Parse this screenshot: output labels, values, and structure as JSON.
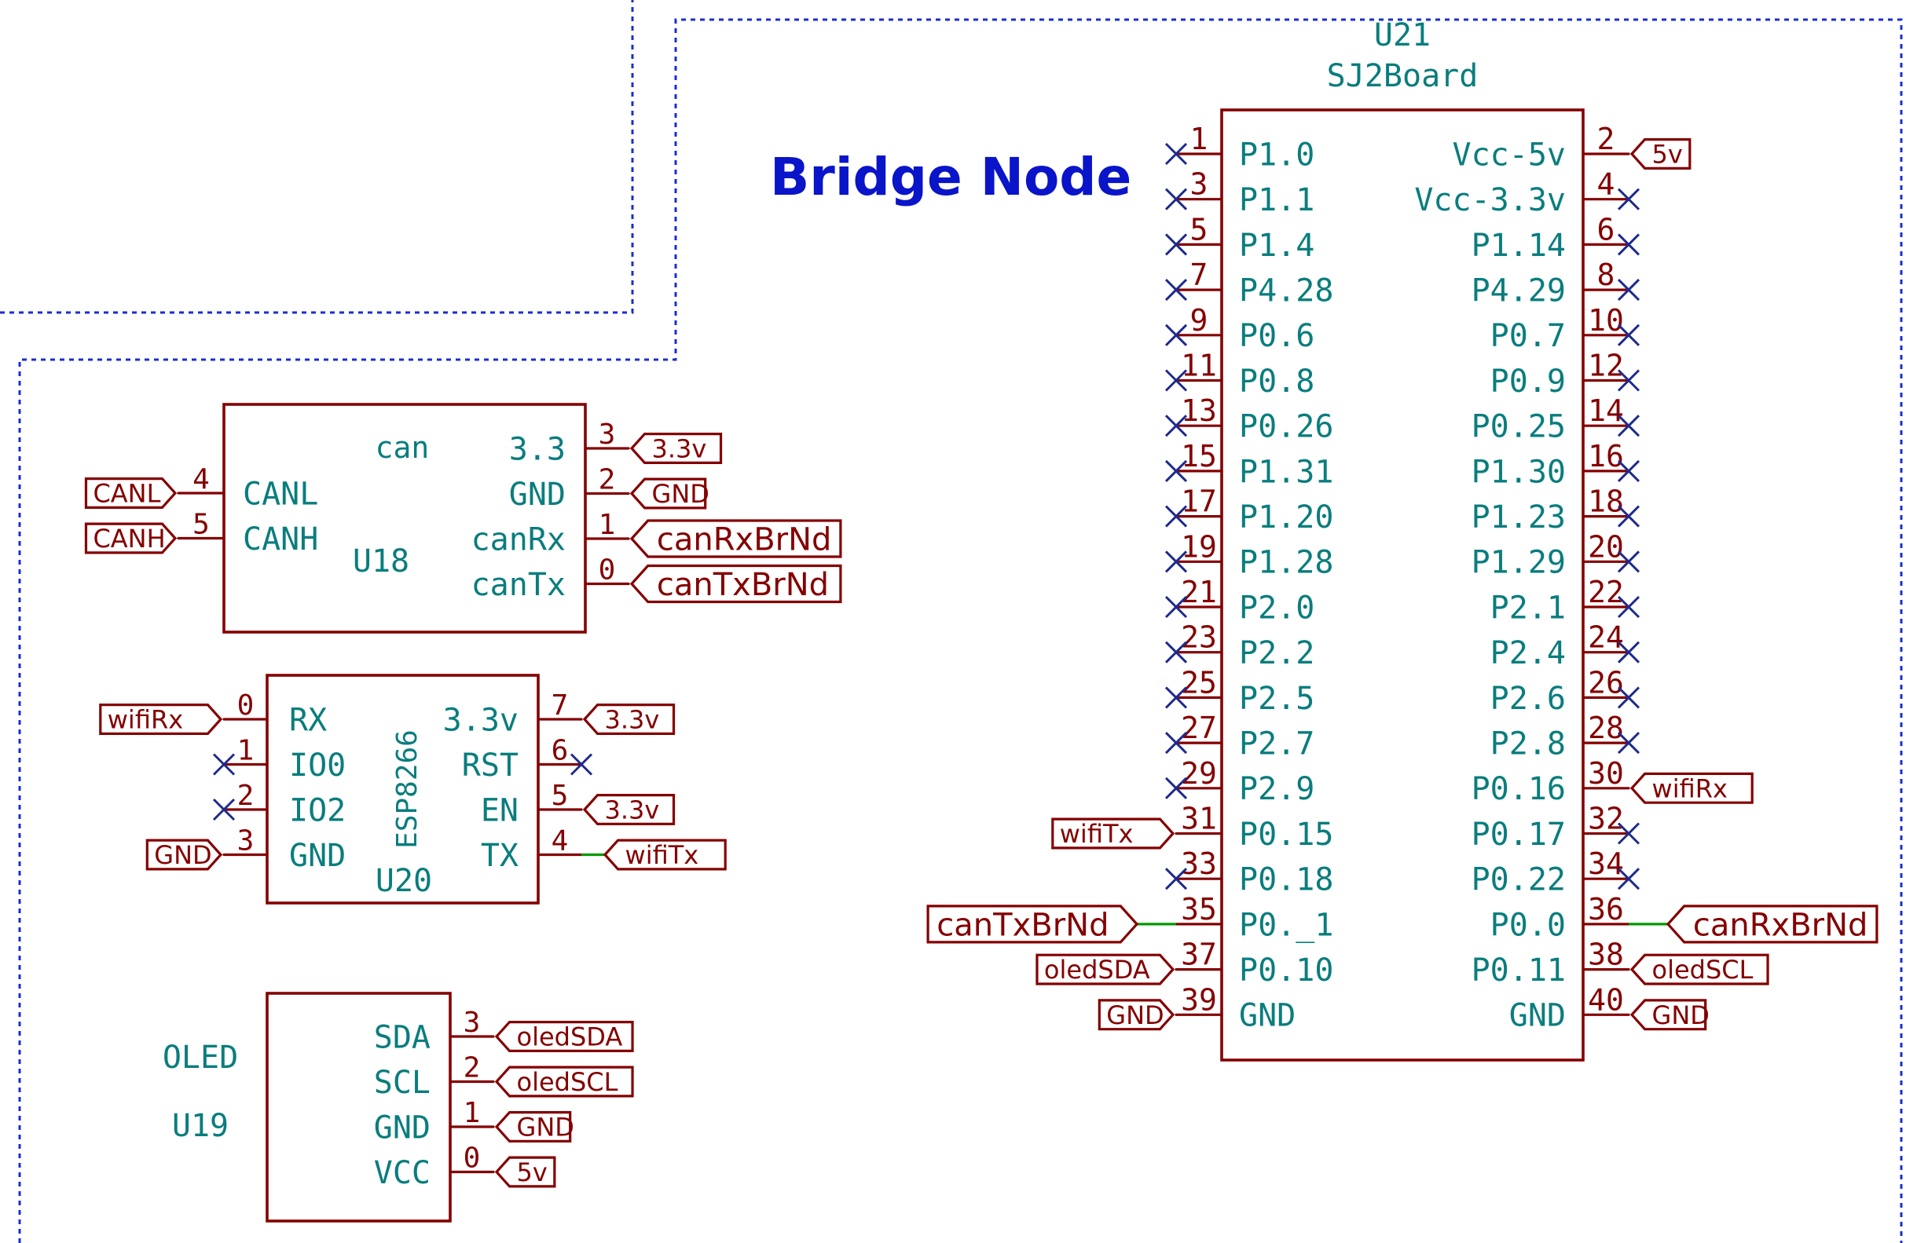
{
  "title": "Bridge Node",
  "colors": {
    "pin": "#840000",
    "pin_text": "#0a7d7d",
    "no_connect": "#1e2a8c",
    "wire": "#009900",
    "sheet": "#1a2ed0",
    "title": "#0a14c8"
  },
  "u21": {
    "ref": "U21",
    "value": "SJ2Board",
    "left_pins": [
      {
        "num": "1",
        "name": "P1.0",
        "nc": true,
        "label": ""
      },
      {
        "num": "3",
        "name": "P1.1",
        "nc": true,
        "label": ""
      },
      {
        "num": "5",
        "name": "P1.4",
        "nc": true,
        "label": ""
      },
      {
        "num": "7",
        "name": "P4.28",
        "nc": true,
        "label": ""
      },
      {
        "num": "9",
        "name": "P0.6",
        "nc": true,
        "label": ""
      },
      {
        "num": "11",
        "name": "P0.8",
        "nc": true,
        "label": ""
      },
      {
        "num": "13",
        "name": "P0.26",
        "nc": true,
        "label": ""
      },
      {
        "num": "15",
        "name": "P1.31",
        "nc": true,
        "label": ""
      },
      {
        "num": "17",
        "name": "P1.20",
        "nc": true,
        "label": ""
      },
      {
        "num": "19",
        "name": "P1.28",
        "nc": true,
        "label": ""
      },
      {
        "num": "21",
        "name": "P2.0",
        "nc": true,
        "label": ""
      },
      {
        "num": "23",
        "name": "P2.2",
        "nc": true,
        "label": ""
      },
      {
        "num": "25",
        "name": "P2.5",
        "nc": true,
        "label": ""
      },
      {
        "num": "27",
        "name": "P2.7",
        "nc": true,
        "label": ""
      },
      {
        "num": "29",
        "name": "P2.9",
        "nc": true,
        "label": ""
      },
      {
        "num": "31",
        "name": "P0.15",
        "nc": false,
        "label": "wifiTx"
      },
      {
        "num": "33",
        "name": "P0.18",
        "nc": true,
        "label": ""
      },
      {
        "num": "35",
        "name": "P0._1",
        "nc": false,
        "label": "canTxBrNd"
      },
      {
        "num": "37",
        "name": "P0.10",
        "nc": false,
        "label": "oledSDA"
      },
      {
        "num": "39",
        "name": "GND",
        "nc": false,
        "label": "GND"
      }
    ],
    "right_pins": [
      {
        "num": "2",
        "name": "Vcc-5v",
        "nc": false,
        "label": "5v"
      },
      {
        "num": "4",
        "name": "Vcc-3.3v",
        "nc": true,
        "label": ""
      },
      {
        "num": "6",
        "name": "P1.14",
        "nc": true,
        "label": ""
      },
      {
        "num": "8",
        "name": "P4.29",
        "nc": true,
        "label": ""
      },
      {
        "num": "10",
        "name": "P0.7",
        "nc": true,
        "label": ""
      },
      {
        "num": "12",
        "name": "P0.9",
        "nc": true,
        "label": ""
      },
      {
        "num": "14",
        "name": "P0.25",
        "nc": true,
        "label": ""
      },
      {
        "num": "16",
        "name": "P1.30",
        "nc": true,
        "label": ""
      },
      {
        "num": "18",
        "name": "P1.23",
        "nc": true,
        "label": ""
      },
      {
        "num": "20",
        "name": "P1.29",
        "nc": true,
        "label": ""
      },
      {
        "num": "22",
        "name": "P2.1",
        "nc": true,
        "label": ""
      },
      {
        "num": "24",
        "name": "P2.4",
        "nc": true,
        "label": ""
      },
      {
        "num": "26",
        "name": "P2.6",
        "nc": true,
        "label": ""
      },
      {
        "num": "28",
        "name": "P2.8",
        "nc": true,
        "label": ""
      },
      {
        "num": "30",
        "name": "P0.16",
        "nc": false,
        "label": "wifiRx"
      },
      {
        "num": "32",
        "name": "P0.17",
        "nc": true,
        "label": ""
      },
      {
        "num": "34",
        "name": "P0.22",
        "nc": true,
        "label": ""
      },
      {
        "num": "36",
        "name": "P0.0",
        "nc": false,
        "label": "canRxBrNd"
      },
      {
        "num": "38",
        "name": "P0.11",
        "nc": false,
        "label": "oledSCL"
      },
      {
        "num": "40",
        "name": "GND",
        "nc": false,
        "label": "GND"
      }
    ]
  },
  "u18": {
    "ref": "U18",
    "value": "can",
    "left_pins": [
      {
        "num": "4",
        "name": "CANL",
        "nc": false,
        "label": "CANL"
      },
      {
        "num": "5",
        "name": "CANH",
        "nc": false,
        "label": "CANH"
      }
    ],
    "right_pins": [
      {
        "num": "3",
        "name": "3.3",
        "nc": false,
        "label": "3.3v"
      },
      {
        "num": "2",
        "name": "GND",
        "nc": false,
        "label": "GND"
      },
      {
        "num": "1",
        "name": "canRx",
        "nc": false,
        "label": "canRxBrNd"
      },
      {
        "num": "0",
        "name": "canTx",
        "nc": false,
        "label": "canTxBrNd"
      }
    ]
  },
  "u20": {
    "ref": "U20",
    "value": "ESP8266",
    "left_pins": [
      {
        "num": "0",
        "name": "RX",
        "nc": false,
        "label": "wifiRx"
      },
      {
        "num": "1",
        "name": "IO0",
        "nc": true,
        "label": ""
      },
      {
        "num": "2",
        "name": "IO2",
        "nc": true,
        "label": ""
      },
      {
        "num": "3",
        "name": "GND",
        "nc": false,
        "label": "GND"
      }
    ],
    "right_pins": [
      {
        "num": "7",
        "name": "3.3v",
        "nc": false,
        "label": "3.3v"
      },
      {
        "num": "6",
        "name": "RST",
        "nc": true,
        "label": ""
      },
      {
        "num": "5",
        "name": "EN",
        "nc": false,
        "label": "3.3v"
      },
      {
        "num": "4",
        "name": "TX",
        "nc": false,
        "label": "wifiTx"
      }
    ]
  },
  "u19": {
    "ref": "U19",
    "value": "OLED",
    "right_pins": [
      {
        "num": "3",
        "name": "SDA",
        "nc": false,
        "label": "oledSDA"
      },
      {
        "num": "2",
        "name": "SCL",
        "nc": false,
        "label": "oledSCL"
      },
      {
        "num": "1",
        "name": "GND",
        "nc": false,
        "label": "GND"
      },
      {
        "num": "0",
        "name": "VCC",
        "nc": false,
        "label": "5v"
      }
    ]
  }
}
